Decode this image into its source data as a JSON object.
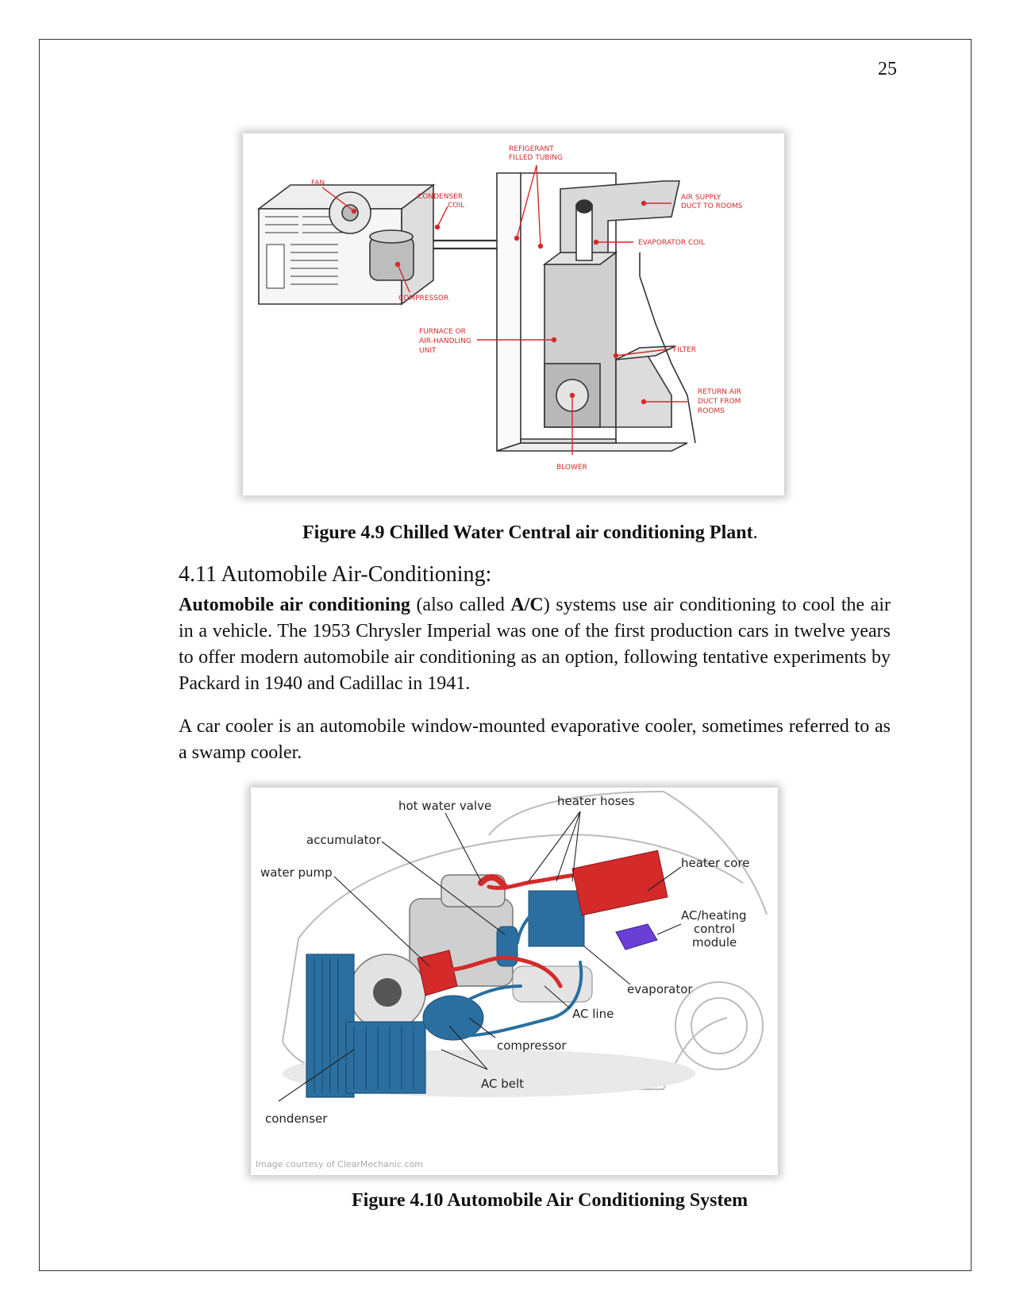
{
  "page": {
    "number": "25"
  },
  "figure_4_9": {
    "caption_num": "Figure 4.9",
    "caption_text": "Chilled Water Central air conditioning Plant",
    "caption_tail": ".",
    "labels": {
      "refrigerant_l1": "REFIGERANT",
      "refrigerant_l2": "FILLED TUBING",
      "fan": "FAN",
      "condenser_l1": "CONDENSER",
      "condenser_l2": "COIL",
      "air_supply_l1": "AIR SUPPLY",
      "air_supply_l2": "DUCT TO ROOMS",
      "evaporator_coil": "EVAPORATOR COIL",
      "compressor": "COMPRESSOR",
      "furnace_l1": "FURNACE OR",
      "furnace_l2": "AIR-HANDLING",
      "furnace_l3": "UNIT",
      "filter": "FILTER",
      "return_l1": "RETURN AIR",
      "return_l2": "DUCT FROM",
      "return_l3": "ROOMS",
      "blower": "BLOWER"
    }
  },
  "section": {
    "heading": "4.11 Automobile Air-Conditioning:",
    "p1_bold1": "Automobile air conditioning",
    "p1_t1": " (also called ",
    "p1_bold2": "A/C",
    "p1_t2": ") systems use air conditioning to cool the air in a vehicle. The 1953 Chrysler Imperial was one of the first production cars in twelve years to offer modern automobile air conditioning as an option, following tentative experiments by Packard in 1940 and Cadillac in 1941.",
    "p2": "A car cooler is an automobile window-mounted evaporative cooler, sometimes referred to as a swamp cooler."
  },
  "figure_4_10": {
    "caption": "Figure 4.10 Automobile Air Conditioning System",
    "labels": {
      "hot_water_valve": "hot water valve",
      "heater_hoses": "heater hoses",
      "accumulator": "accumulator",
      "water_pump": "water pump",
      "heater_core": "heater core",
      "ac_module_l1": "AC/heating",
      "ac_module_l2": "control",
      "ac_module_l3": "module",
      "evaporator": "evaporator",
      "ac_line": "AC line",
      "compressor": "compressor",
      "ac_belt": "AC belt",
      "condenser": "condenser",
      "credit": "Image courtesy of ClearMechanic.com"
    }
  },
  "colors": {
    "refrigerant_red": "#d42a2a",
    "coolant_blue": "#2a6fa0",
    "module_purple": "#6a3fd6"
  }
}
